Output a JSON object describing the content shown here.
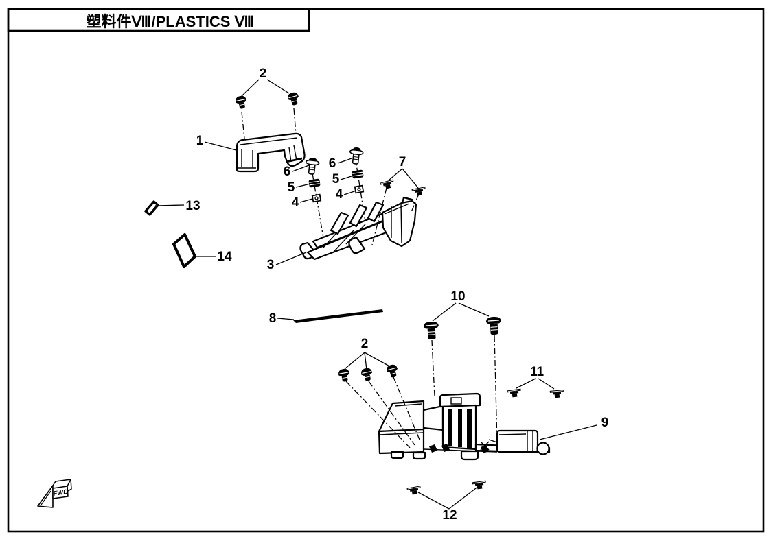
{
  "title": "塑料件Ⅷ/PLASTICS Ⅷ",
  "fwd_label": "FWD",
  "callouts": {
    "1": "1",
    "2": "2",
    "3": "3",
    "4": "4",
    "5": "5",
    "6": "6",
    "7": "7",
    "8": "8",
    "9": "9",
    "10": "10",
    "11": "11",
    "12": "12",
    "13": "13",
    "14": "14"
  },
  "colors": {
    "line": "#000000",
    "background": "#ffffff"
  }
}
